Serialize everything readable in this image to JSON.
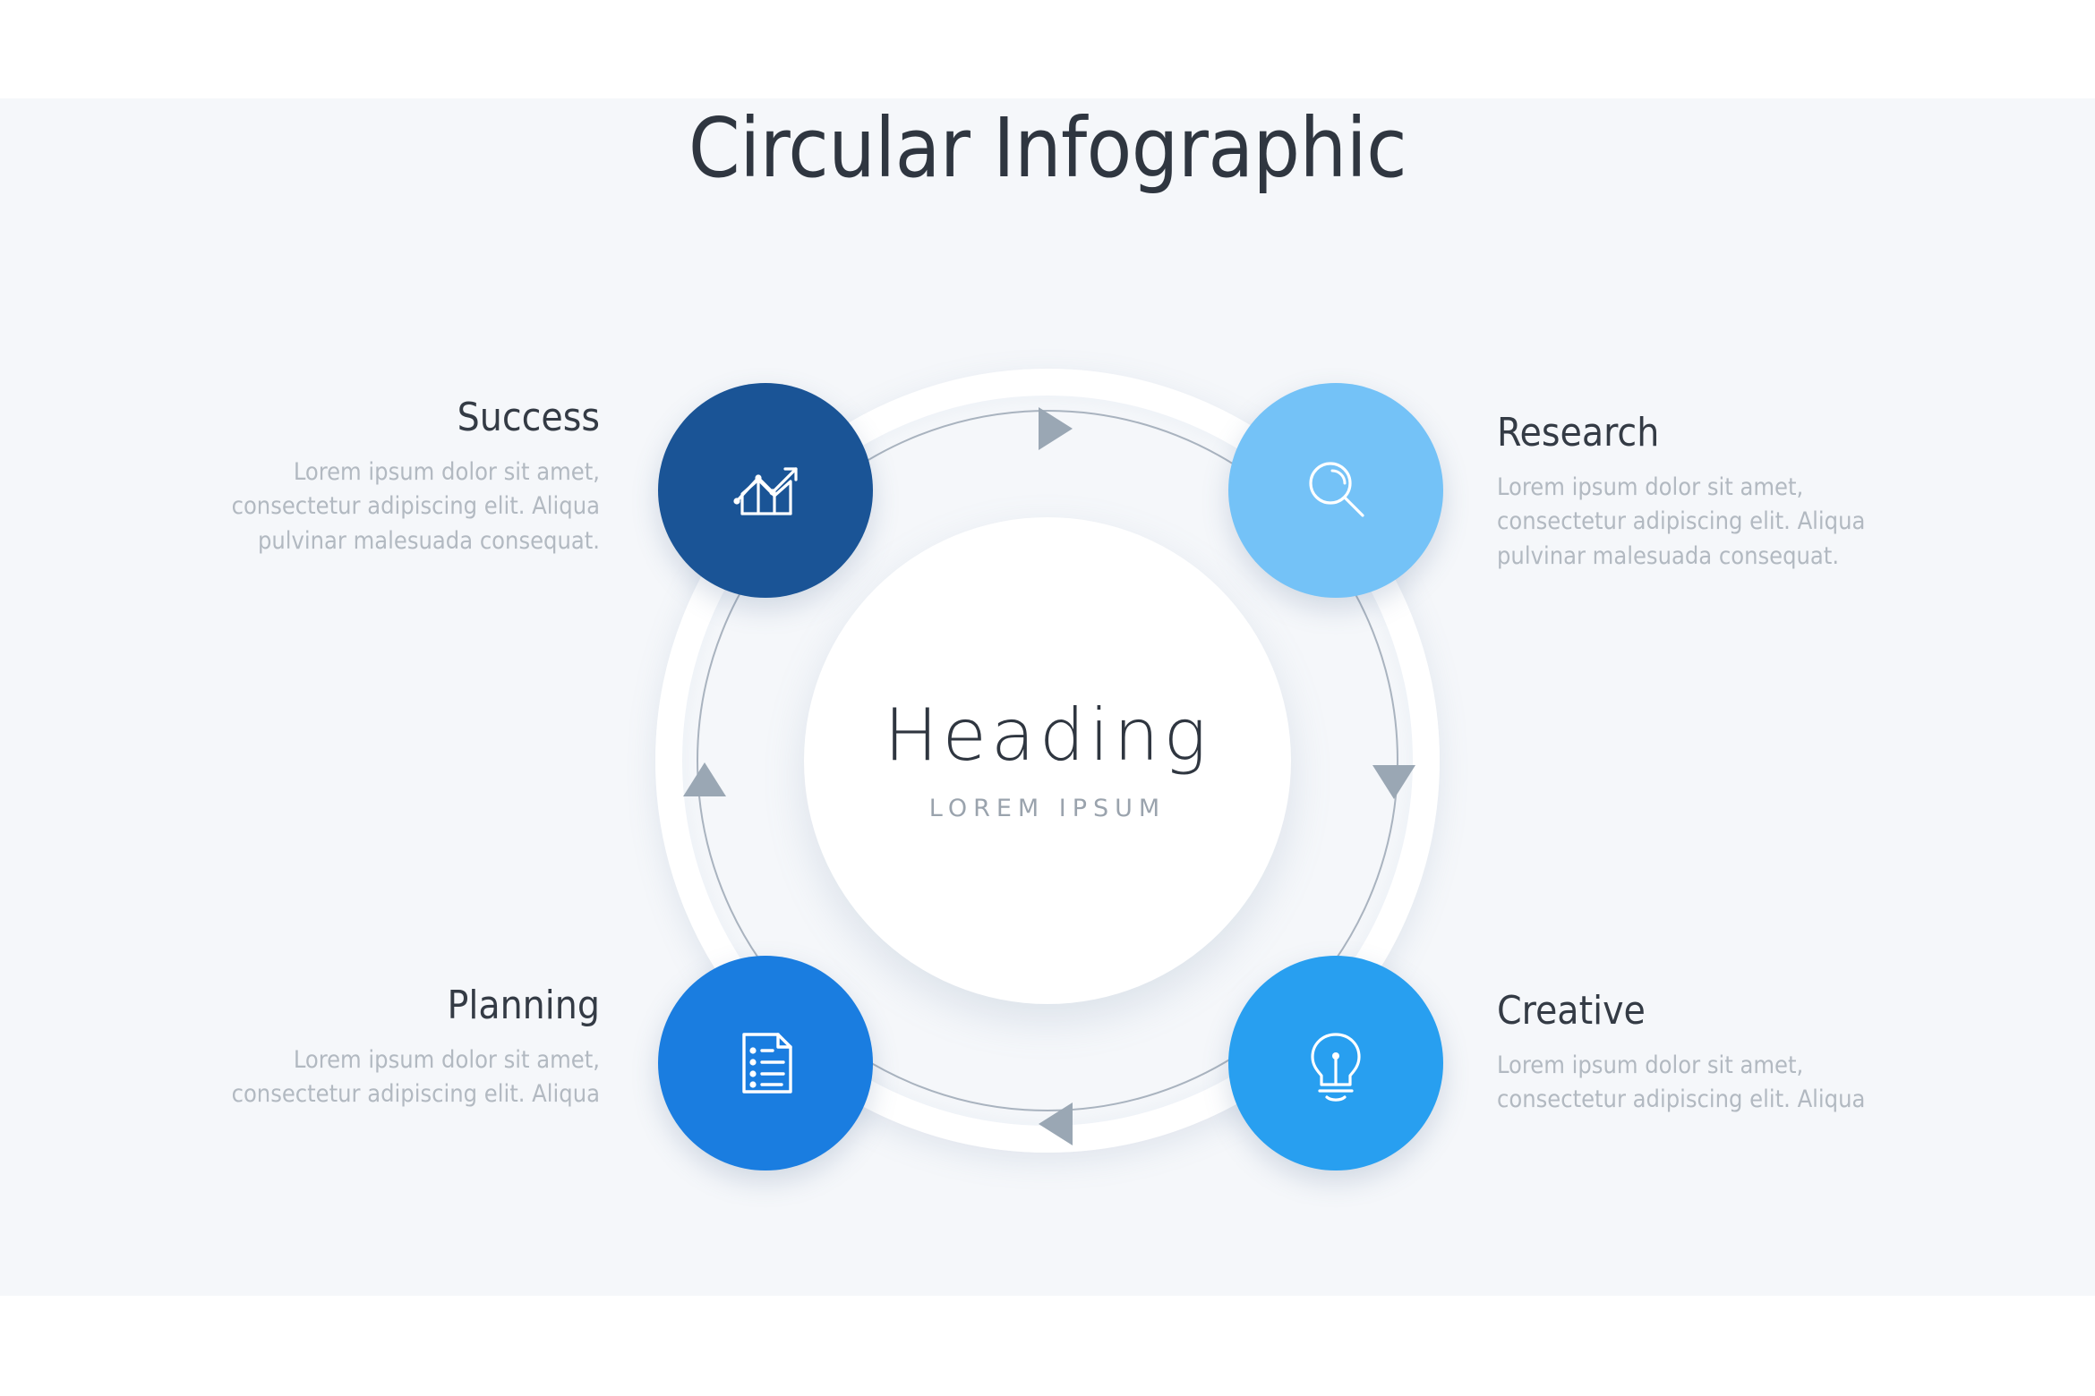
{
  "slide": {
    "title": "Circular Infographic",
    "background_color": "#f5f7fa",
    "title_color": "#2f3640"
  },
  "center": {
    "heading": "Heading",
    "subtitle": "LOREM IPSUM"
  },
  "flow": {
    "direction": "clockwise",
    "arrow_color": "#9aa7b4",
    "ring_color": "#a9b3bf",
    "arrows": [
      {
        "name": "top-arrow",
        "points": "right"
      },
      {
        "name": "right-arrow",
        "points": "down"
      },
      {
        "name": "bottom-arrow",
        "points": "left"
      },
      {
        "name": "left-arrow",
        "points": "up"
      }
    ]
  },
  "nodes": [
    {
      "id": "success",
      "label": "Success",
      "body_lines": [
        "Lorem ipsum dolor sit amet,",
        "consectetur adipiscing elit. Aliqua",
        "pulvinar malesuada consequat."
      ],
      "color": "#1a5496",
      "icon": "growth-chart-icon",
      "align": "right"
    },
    {
      "id": "research",
      "label": "Research",
      "body_lines": [
        "Lorem ipsum dolor sit amet,",
        "consectetur adipiscing elit. Aliqua",
        "pulvinar malesuada consequat."
      ],
      "color": "#74c2f7",
      "icon": "magnifier-icon",
      "align": "left"
    },
    {
      "id": "planning",
      "label": "Planning",
      "body_lines": [
        "Lorem ipsum dolor sit amet,",
        "consectetur adipiscing elit. Aliqua"
      ],
      "color": "#1a7de0",
      "icon": "checklist-document-icon",
      "align": "right"
    },
    {
      "id": "creative",
      "label": "Creative",
      "body_lines": [
        "Lorem ipsum dolor sit amet,",
        "consectetur adipiscing elit. Aliqua"
      ],
      "color": "#289ff0",
      "icon": "lightbulb-icon",
      "align": "left"
    }
  ]
}
